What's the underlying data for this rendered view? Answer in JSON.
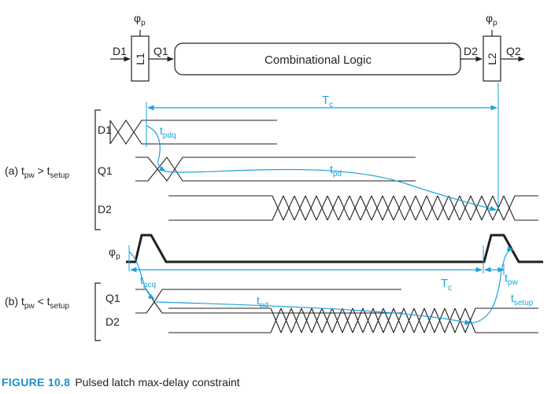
{
  "colors": {
    "ink": "#231f20",
    "accent": "#1aa3dd",
    "caption_label": "#1a8fd0"
  },
  "block": {
    "input": "D1",
    "latch1": "L1",
    "q1": "Q1",
    "logic": "Combinational Logic",
    "d2": "D2",
    "latch2": "L2",
    "output": "Q2",
    "clock": {
      "sym": "φ",
      "sub": "p"
    }
  },
  "part_a": {
    "label": {
      "prefix": "(a) t",
      "sub1": "pw",
      "mid": " >  t",
      "sub2": "setup"
    },
    "signals": [
      "D1",
      "Q1",
      "D2"
    ],
    "tc": {
      "main": "T",
      "sub": "c"
    },
    "tpdq": {
      "main": "t",
      "sub": "pdq"
    },
    "tpd": {
      "main": "t",
      "sub": "pd"
    }
  },
  "clock_row": {
    "sym": "φ",
    "sub": "p"
  },
  "part_b": {
    "label": {
      "prefix": "(b) t",
      "sub1": "pw",
      "mid": " <  t",
      "sub2": "setup"
    },
    "signals": [
      "Q1",
      "D2"
    ],
    "tpcq": {
      "main": "t",
      "sub": "pcq"
    },
    "tpd": {
      "main": "t",
      "sub": "pd"
    },
    "tc": {
      "main": "T",
      "sub": "c"
    },
    "tpw": {
      "main": "t",
      "sub": "pw"
    },
    "tsetup": {
      "main": "t",
      "sub": "setup"
    }
  },
  "caption": {
    "label": "FIGURE 10.8",
    "text": "Pulsed latch max-delay constraint"
  }
}
